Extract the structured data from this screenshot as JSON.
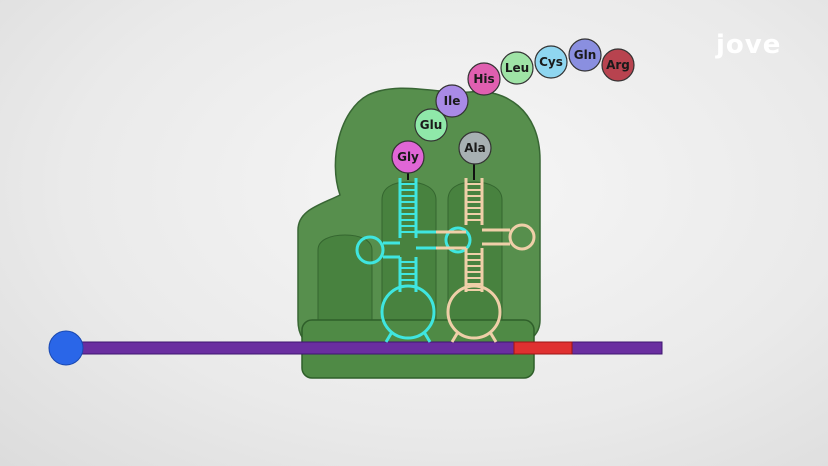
{
  "brand": {
    "logo_text": "jove"
  },
  "colors": {
    "ribosome": "#4f8a45",
    "ribosome_edge": "#2f5f2a",
    "mrna": "#6a2ea0",
    "stop_codon": "#e03030",
    "cap": "#2a66e8",
    "trna_left": "#3fe6e0",
    "trna_right": "#efcfa8"
  },
  "peptide_chain": [
    {
      "label": "Arg",
      "color": "#b8434f"
    },
    {
      "label": "Gln",
      "color": "#8a8fe0"
    },
    {
      "label": "Cys",
      "color": "#8fd6f0"
    },
    {
      "label": "Leu",
      "color": "#9fe3a6"
    },
    {
      "label": "His",
      "color": "#e05fb0"
    },
    {
      "label": "Ile",
      "color": "#a98ae6"
    },
    {
      "label": "Glu",
      "color": "#8fe8a9"
    },
    {
      "label": "Gly",
      "color": "#e066d6"
    }
  ],
  "incoming_amino_acid": {
    "label": "Ala",
    "color": "#a7b0b3"
  }
}
